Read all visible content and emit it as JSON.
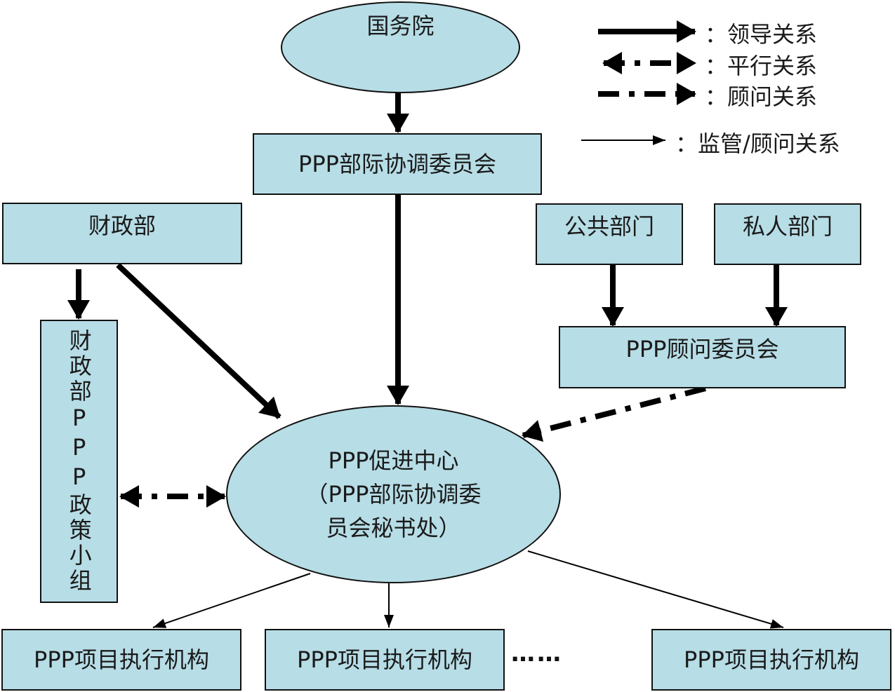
{
  "colors": {
    "node_fill": "#b7dde6",
    "border": "#111111",
    "arrow": "#000000"
  },
  "legend": [
    {
      "style": "thick-solid-arrow",
      "label": "：领导关系"
    },
    {
      "style": "dash-dot-double-arrow",
      "label": "：平行关系"
    },
    {
      "style": "dash-dot-arrow",
      "label": "：顾问关系"
    },
    {
      "style": "thin-solid-arrow",
      "label": "：监管/顾问关系"
    }
  ],
  "nodes": {
    "state_council": "国务院",
    "interministerial_committee": "PPP部际协调委员会",
    "ministry_of_finance": "财政部",
    "public_sector": "公共部门",
    "private_sector": "私人部门",
    "mof_policy_group": "财政部PPP政策小组",
    "advisory_committee": "PPP顾问委员会",
    "promotion_center": {
      "line1": "PPP促进中心",
      "line2": "（PPP部际协调委",
      "line3": "员会秘书处）"
    },
    "implementing_agencies": [
      "PPP项目执行机构",
      "PPP项目执行机构",
      "PPP项目执行机构"
    ],
    "ellipsis": "……"
  }
}
